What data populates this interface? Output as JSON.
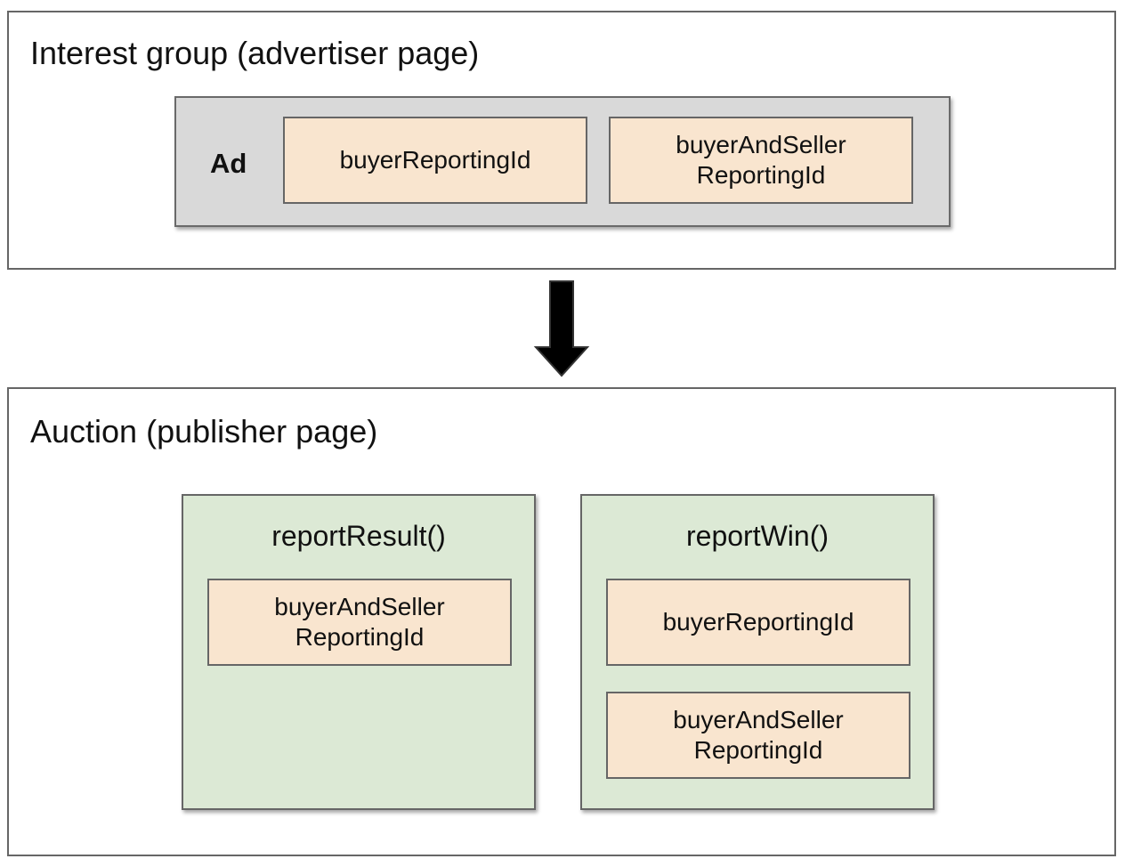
{
  "interest_group_panel": {
    "title": "Interest group (advertiser page)",
    "ad": {
      "label": "Ad",
      "fields": [
        "buyerReportingId",
        "buyerAndSeller\nReportingId"
      ]
    }
  },
  "auction_panel": {
    "title": "Auction (publisher page)",
    "functions": [
      {
        "name": "reportResult()",
        "fields": [
          "buyerAndSeller\nReportingId"
        ]
      },
      {
        "name": "reportWin()",
        "fields": [
          "buyerReportingId",
          "buyerAndSeller\nReportingId"
        ]
      }
    ]
  },
  "colors": {
    "ad_box": "#d9d9d9",
    "id_box": "#f9e5cf",
    "function_box": "#dce9d5",
    "arrow": "#000000"
  },
  "icons": {
    "flow_arrow": "arrow-down-icon"
  }
}
